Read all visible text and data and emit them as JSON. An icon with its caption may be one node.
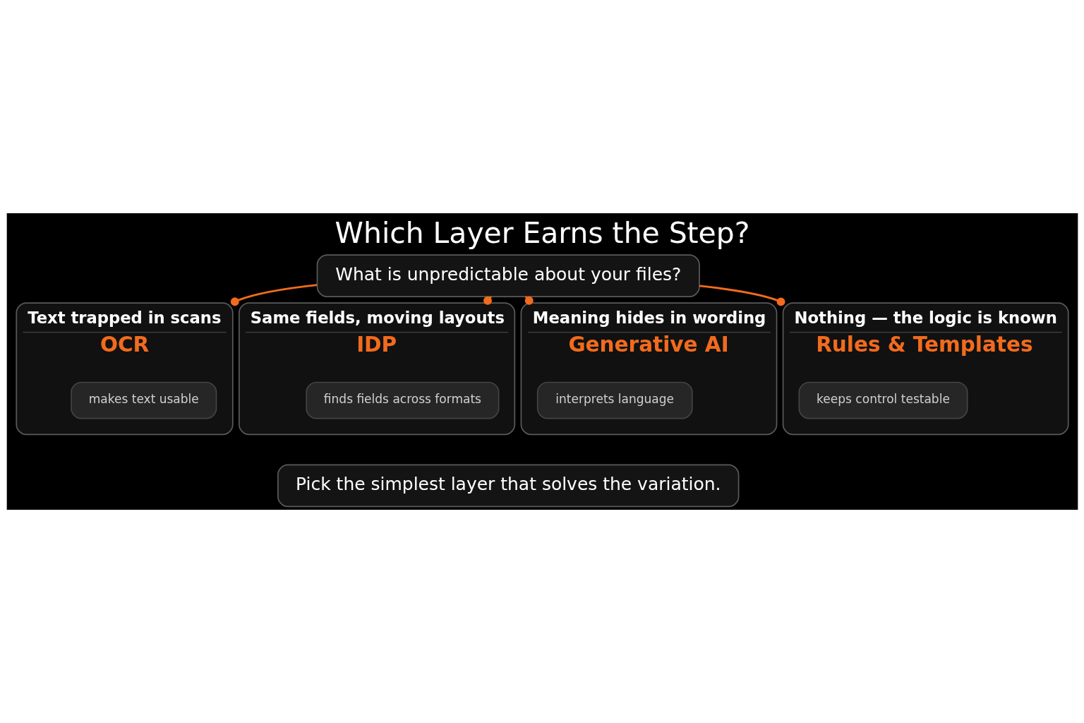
{
  "diagram": {
    "title": "Which Layer Earns the Step?",
    "nodes": [
      {
        "text": [
          "What is unpredictable about your files?"
        ]
      },
      {
        "text": [
          "Text trapped in scans",
          "OCR"
        ]
      },
      {
        "text": [
          "makes text usable"
        ],
        "in": 1
      },
      {
        "text": [
          "Same fields, moving layouts",
          "IDP"
        ]
      },
      {
        "text": [
          "finds fields across formats"
        ],
        "in": 3
      },
      {
        "text": [
          "Meaning hides in wording",
          "Generative AI"
        ]
      },
      {
        "text": [
          "interprets language"
        ],
        "in": 5
      },
      {
        "text": [
          "Nothing — the logic is known",
          "Rules & Templates"
        ]
      },
      {
        "text": [
          "keeps control testable"
        ],
        "in": 7
      },
      {
        "text": [
          "Pick the simplest layer that solves the variation."
        ]
      }
    ],
    "edges": [
      {
        "from": 0,
        "to": 1,
        "arrow": "other"
      },
      {
        "from": 0,
        "to": 3,
        "arrow": "other"
      },
      {
        "from": 0,
        "to": 5,
        "arrow": "other"
      },
      {
        "from": 0,
        "to": 7,
        "arrow": "other"
      }
    ]
  }
}
